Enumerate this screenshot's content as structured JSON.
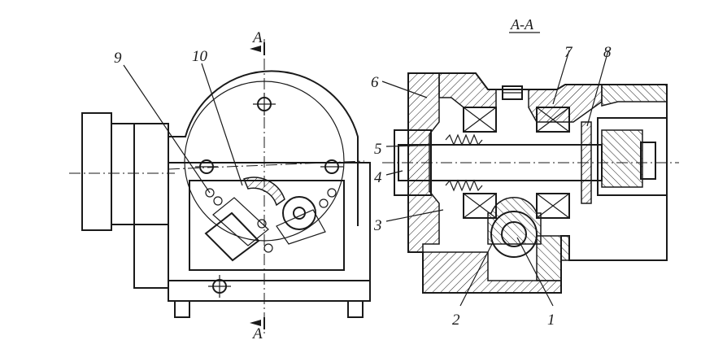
{
  "section_title": "A-A",
  "section_mark_top": "A",
  "section_mark_bottom": "A",
  "callouts": {
    "c1": "1",
    "c2": "2",
    "c3": "3",
    "c4": "4",
    "c5": "5",
    "c6": "6",
    "c7": "7",
    "c8": "8",
    "c9": "9",
    "c10": "10"
  },
  "colors": {
    "ink": "#1a1a1a",
    "paper": "#ffffff"
  }
}
